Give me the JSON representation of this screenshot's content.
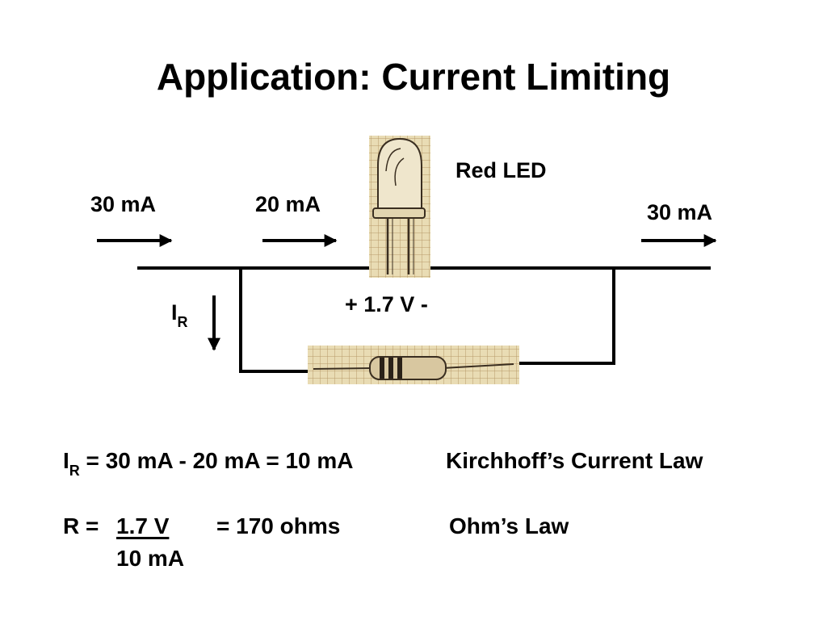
{
  "title": "Application: Current Limiting",
  "labels": {
    "led": "Red LED",
    "current_in": "30 mA",
    "current_led": "20 mA",
    "current_out": "30 mA",
    "ir_main": "I",
    "ir_sub": "R",
    "voltage": "+ 1.7 V -"
  },
  "equations": {
    "kcl": {
      "lhs_main": "I",
      "lhs_sub": "R",
      "expr": " = 30 mA - 20 mA = 10 mA",
      "law": "Kirchhoff’s Current Law"
    },
    "ohm": {
      "lhs": "R = ",
      "numerator": "1.7 V",
      "denominator": "10 mA",
      "result": "= 170 ohms",
      "law": "Ohm’s Law"
    }
  },
  "colors": {
    "wire": "#000000",
    "grid_paper": "#e9dcb4",
    "grid_line": "#b89a6a",
    "resistor_body": "#d8c7a0",
    "resistor_band": "#2a2118"
  }
}
